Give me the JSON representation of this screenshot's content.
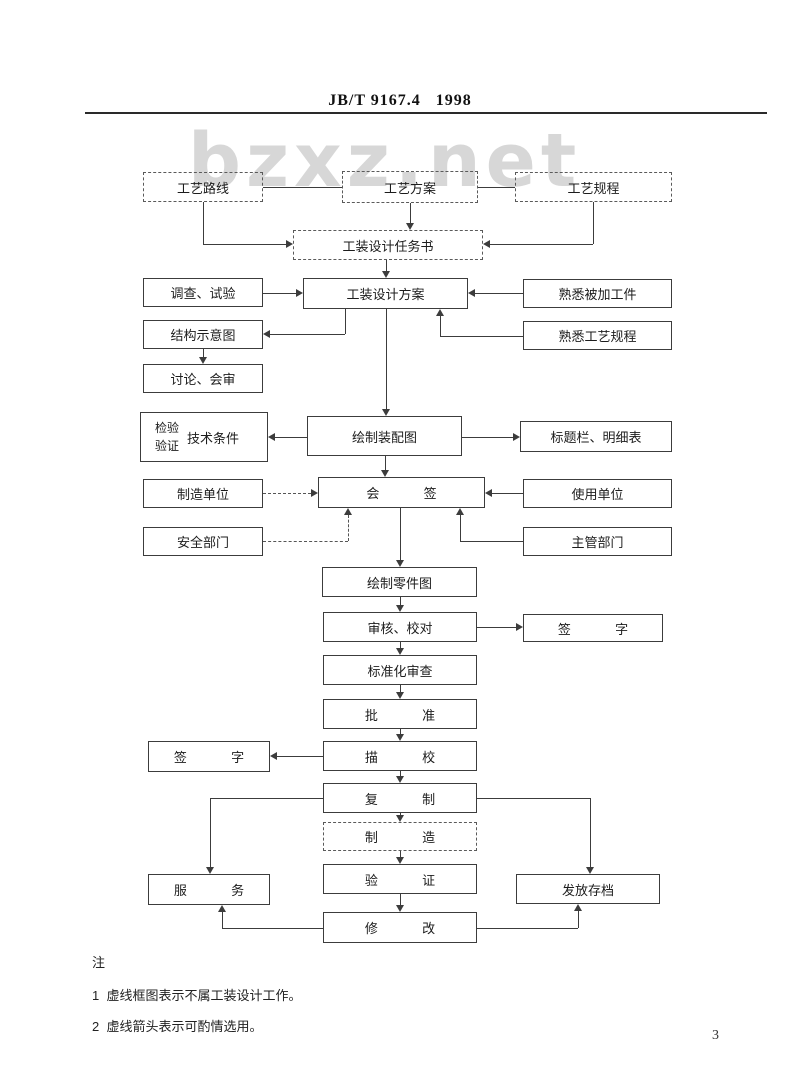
{
  "page": {
    "header": "JB/T 9167.4   1998",
    "watermark": "bzxz.net",
    "page_number": "3",
    "notes": {
      "label": "注",
      "items": [
        "1  虚线框图表示不属工装设计工作。",
        "2  虚线箭头表示可酌情选用。"
      ]
    }
  },
  "flowchart": {
    "legend": {
      "dashed_box_meaning": "虚线框图表示不属工装设计工作",
      "dashed_arrow_meaning": "虚线箭头表示可酌情选用"
    },
    "nodes": {
      "process_route": "工艺路线",
      "process_plan": "工艺方案",
      "process_regulation": "工艺规程",
      "task_sheet": "工装设计任务书",
      "survey_test": "调查、试验",
      "design_scheme": "工装设计方案",
      "know_workpiece": "熟悉被加工件",
      "structure_sketch": "结构示意图",
      "know_regulation": "熟悉工艺规程",
      "discuss_review": "讨论、会审",
      "inspection": {
        "line1": "检验",
        "line2": "验证",
        "right": "技术条件"
      },
      "assembly_drawing": "绘制装配图",
      "title_block": "标题栏、明细表",
      "manufacturer_unit": "制造单位",
      "countersign": "会签",
      "user_unit": "使用单位",
      "safety_dept": "安全部门",
      "supervisor_dept": "主管部门",
      "part_drawing": "绘制零件图",
      "review_proofread": "审核、校对",
      "sign_right": "签字",
      "standardization_review": "标准化审查",
      "approve": "批准",
      "sign_left": "签字",
      "trace_check": "描校",
      "copy": "复制",
      "manufacture": "制造",
      "verify": "验证",
      "service": "服务",
      "issue_archive": "发放存档",
      "modify": "修改"
    }
  }
}
